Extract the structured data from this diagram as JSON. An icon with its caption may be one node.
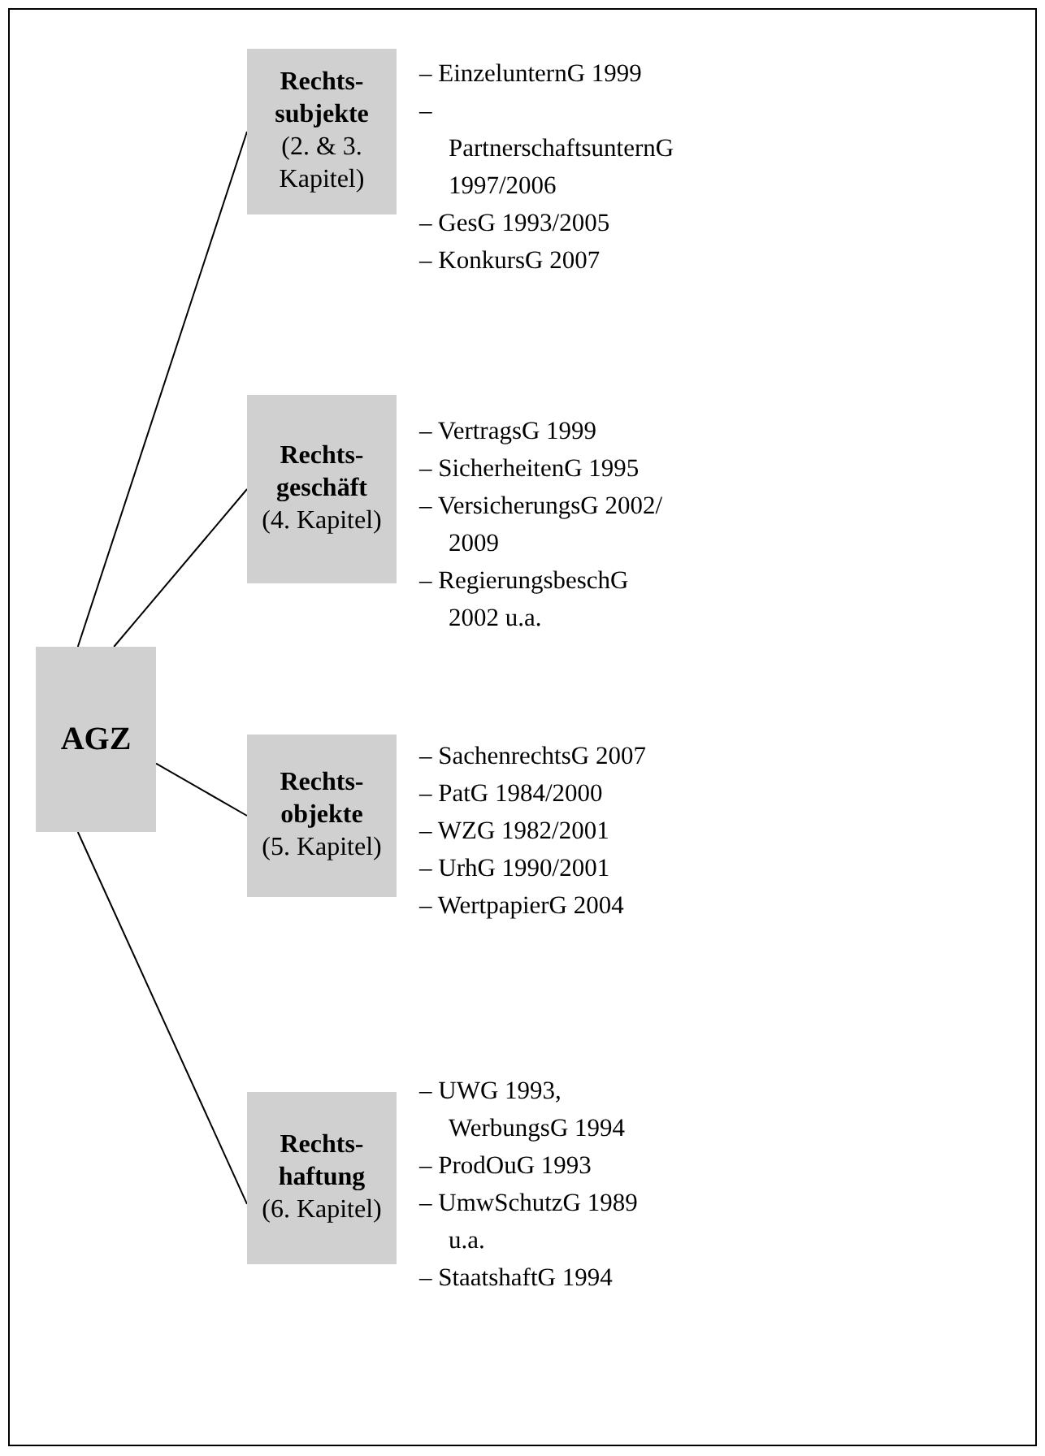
{
  "diagram": {
    "nodes": [
      {
        "text": [
          "AGZ"
        ]
      },
      {
        "text": [
          "Rechts- subjekte",
          "(2. & 3. Kapitel)"
        ],
        "beside": [
          "– EinzelunternG 1999",
          "– PartnerschaftsunternG 1997/2006",
          "– GesG 1993/2005",
          "– KonkursG 2007"
        ]
      },
      {
        "text": [
          "Rechts- geschäft",
          "(4. Kapitel)"
        ],
        "beside": [
          "– VertragsG 1999",
          "– SicherheitenG 1995",
          "– VersicherungsG 2002/ 2009",
          "– RegierungsbeschG 2002 u.a."
        ]
      },
      {
        "text": [
          "Rechts- objekte",
          "(5. Kapitel)"
        ],
        "beside": [
          "– SachenrechtsG 2007",
          "– PatG 1984/2000",
          "– WZG 1982/2001",
          "– UrhG 1990/2001",
          "– WertpapierG 2004"
        ]
      },
      {
        "text": [
          "Rechts- haftung",
          "(6. Kapitel)"
        ],
        "beside": [
          "– UWG 1993, WerbungsG 1994",
          "– ProdOuG 1993",
          "– UmwSchutzG 1989 u.a.",
          "– StaatshaftG 1994"
        ]
      }
    ],
    "edges": [
      {
        "from": 0,
        "to": 1,
        "arrow": "none"
      },
      {
        "from": 0,
        "to": 2,
        "arrow": "none"
      },
      {
        "from": 0,
        "to": 3,
        "arrow": "none"
      },
      {
        "from": 0,
        "to": 4,
        "arrow": "none"
      }
    ]
  }
}
